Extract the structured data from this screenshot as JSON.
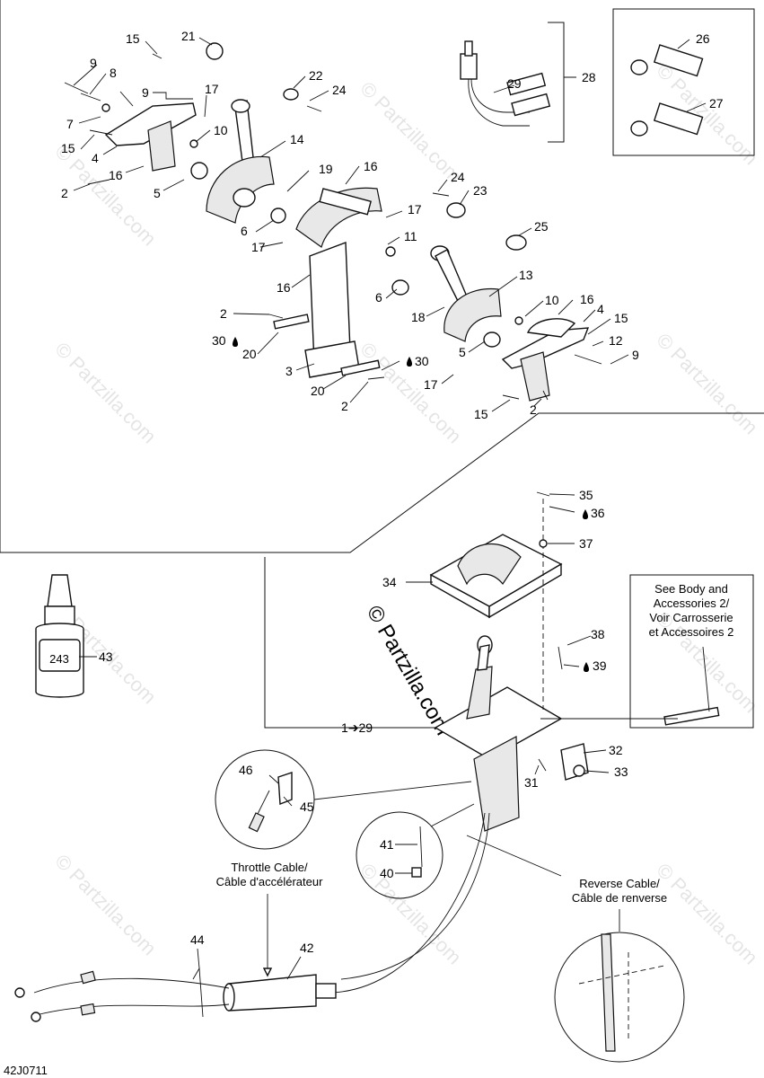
{
  "diagram_code": "42J0711",
  "watermark": "© Partzilla.com",
  "watermark_brand": "© Partzilla.com",
  "callouts": {
    "c1": "1➔29",
    "c2a": "2",
    "c2b": "2",
    "c2c": "2",
    "c2d": "2",
    "c3": "3",
    "c4a": "4",
    "c4b": "4",
    "c5a": "5",
    "c5b": "5",
    "c6a": "6",
    "c6b": "6",
    "c7": "7",
    "c8": "8",
    "c9a": "9",
    "c9b": "9",
    "c9c": "9",
    "c10a": "10",
    "c10b": "10",
    "c11": "11",
    "c12": "12",
    "c13": "13",
    "c14": "14",
    "c15a": "15",
    "c15b": "15",
    "c15c": "15",
    "c15d": "15",
    "c16a": "16",
    "c16b": "16",
    "c16c": "16",
    "c16d": "16",
    "c17a": "17",
    "c17b": "17",
    "c17c": "17",
    "c17d": "17",
    "c18": "18",
    "c19": "19",
    "c20a": "20",
    "c20b": "20",
    "c21": "21",
    "c22": "22",
    "c23": "23",
    "c24a": "24",
    "c24b": "24",
    "c25": "25",
    "c26": "26",
    "c27": "27",
    "c28": "28",
    "c29": "29",
    "c30a": "30",
    "c30b": "30",
    "c31": "31",
    "c32": "32",
    "c33": "33",
    "c34": "34",
    "c35": "35",
    "c36": "36",
    "c37": "37",
    "c38": "38",
    "c39": "39",
    "c40": "40",
    "c41": "41",
    "c42": "42",
    "c43": "43",
    "c44": "44",
    "c45": "45",
    "c46": "46"
  },
  "labels": {
    "see_body_line1": "See Body and",
    "see_body_line2": "Accessories 2/",
    "see_body_line3": "Voir Carrosserie",
    "see_body_line4": "et Accessoires 2",
    "throttle_line1": "Throttle Cable/",
    "throttle_line2": "Câble d'accélérateur",
    "reverse_line1": "Reverse Cable/",
    "reverse_line2": "Câble de renverse",
    "loctite_number": "243"
  }
}
